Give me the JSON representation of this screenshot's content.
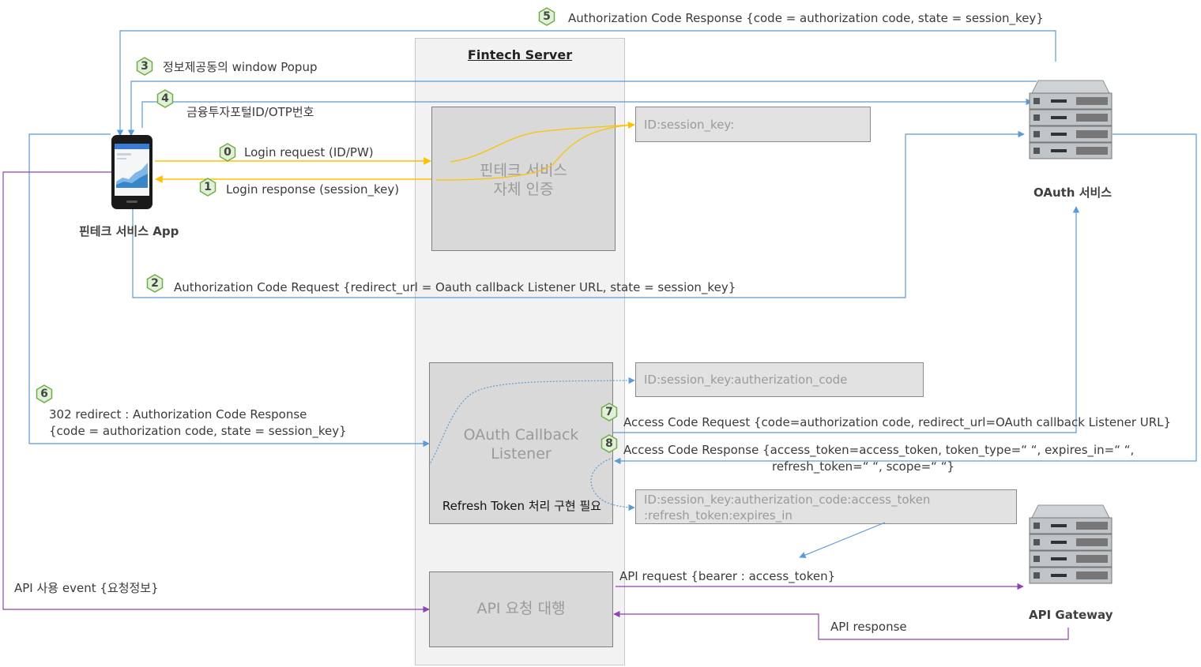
{
  "server": {
    "title": "Fintech Server"
  },
  "nodes": {
    "app": "핀테크 서비스 App",
    "oauth": "OAuth 서비스",
    "gateway": "API Gateway"
  },
  "boxes": {
    "self_auth": [
      "핀테크 서비스",
      "자체 인증"
    ],
    "callback": [
      "OAuth Callback",
      "Listener"
    ],
    "callback_note": "Refresh Token 처리 구현 필요",
    "api_proxy": "API  요청 대행"
  },
  "stores": {
    "s1": "ID:session_key:",
    "s2": "ID:session_key:autherization_code",
    "s3_line1": "ID:session_key:autherization_code:access_token",
    "s3_line2": ":refresh_token:expires_in"
  },
  "steps": [
    {
      "num": "0",
      "text": "Login request (ID/PW)"
    },
    {
      "num": "1",
      "text": "Login response (session_key)"
    },
    {
      "num": "2",
      "text": "Authorization Code Request {redirect_url = Oauth callback Listener URL, state = session_key}"
    },
    {
      "num": "3",
      "text": "정보제공동의 window Popup"
    },
    {
      "num": "4",
      "text": "금융투자포털ID/OTP번호"
    },
    {
      "num": "5",
      "text": "Authorization Code Response {code = authorization code, state = session_key}"
    },
    {
      "num": "6",
      "text": "302 redirect : Authorization Code Response",
      "text2": "{code = authorization code, state = session_key}"
    },
    {
      "num": "7",
      "text": "Access Code Request {code=authorization code, redirect_url=OAuth callback Listener URL}"
    },
    {
      "num": "8",
      "text": "Access Code Response {access_token=access_token, token_type=“ “, expires_in=“ “,",
      "text2": "refresh_token=“ “, scope=“ “}"
    }
  ],
  "api": {
    "event": "API 사용 event {요청정보}",
    "request": "API request {bearer : access_token}",
    "response": "API response"
  },
  "colors": {
    "blue": "#5b9bd5",
    "yellow": "#ffc000",
    "purple": "#8e44ad",
    "badge_fill": "#e2efd9",
    "badge_stroke": "#70ad47"
  }
}
